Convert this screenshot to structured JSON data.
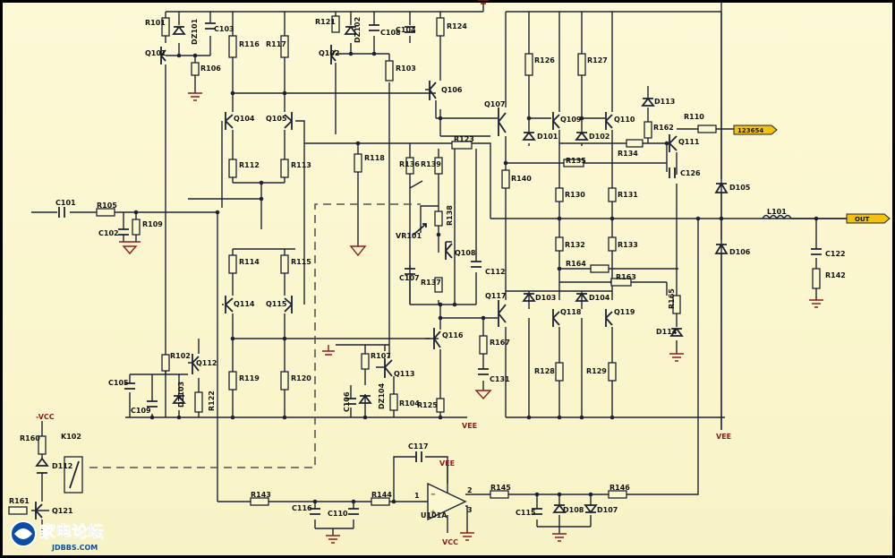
{
  "labels": {
    "R101": "R101",
    "DZ101": "DZ101",
    "C103": "C103",
    "Q101": "Q101",
    "R106": "R106",
    "R116": "R116",
    "R117": "R117",
    "R121": "R121",
    "DZ102": "DZ102",
    "C108": "C108",
    "C104": "C104",
    "Q102": "Q102",
    "R103": "R103",
    "R124": "R124",
    "Q106": "Q106",
    "Q104": "Q104",
    "Q105": "Q105",
    "R112": "R112",
    "R113": "R113",
    "R118": "R118",
    "R123": "R123",
    "R136": "R136",
    "R139": "R139",
    "R138": "R138",
    "VR101": "VR101",
    "Q108": "Q108",
    "C107": "C107",
    "R137": "R137",
    "C112": "C112",
    "Q107": "Q107",
    "R140": "R140",
    "R126": "R126",
    "R127": "R127",
    "D101": "D101",
    "Q109": "Q109",
    "D102": "D102",
    "Q110": "Q110",
    "D113": "D113",
    "R162": "R162",
    "R110": "R110",
    "Q111": "Q111",
    "R134": "R134",
    "R135": "R135",
    "C126": "C126",
    "R130": "R130",
    "R131": "R131",
    "D105": "D105",
    "L101": "L101",
    "R132": "R132",
    "R133": "R133",
    "R164": "R164",
    "R163": "R163",
    "D106": "D106",
    "C122": "C122",
    "R142": "R142",
    "R165": "R165",
    "D103": "D103",
    "D104": "D104",
    "Q117": "Q117",
    "Q118": "Q118",
    "Q119": "Q119",
    "D114": "D114",
    "R167": "R167",
    "C131": "C131",
    "R128": "R128",
    "R129": "R129",
    "Q116": "Q116",
    "R125": "R125",
    "C101": "C101",
    "R105": "R105",
    "R109": "R109",
    "C102": "C102",
    "R114": "R114",
    "R115": "R115",
    "Q114": "Q114",
    "Q115": "Q115",
    "R102": "R102",
    "Q112": "Q112",
    "C105": "C105",
    "C109": "C109",
    "DZ103": "DZ103",
    "R122": "R122",
    "R119": "R119",
    "R120": "R120",
    "R107": "R107",
    "Q113": "Q113",
    "C106": "C106",
    "DZ104": "DZ104",
    "R104": "R104",
    "VEE1": "VEE",
    "VEE2": "VEE",
    "VEE3": "VEE",
    "VCC_TOP": "-VCC",
    "R160": "R160",
    "K102": "K102",
    "D112": "D112",
    "R161": "R161",
    "Q121": "Q121",
    "C117": "C117",
    "R143": "R143",
    "R144": "R144",
    "C116": "C116",
    "C110": "C110",
    "U101A": "U101A",
    "R145": "R145",
    "C115": "C115",
    "D108": "D108",
    "D107": "D107",
    "R146": "R146",
    "VCC_BOT": "VCC",
    "PIN1": "1",
    "PIN2": "2",
    "PIN3": "3"
  },
  "ports": {
    "in_label": "123654",
    "out_label": "OUT"
  },
  "watermark": {
    "name": "家电论坛",
    "url": "JDBBS.COM"
  }
}
